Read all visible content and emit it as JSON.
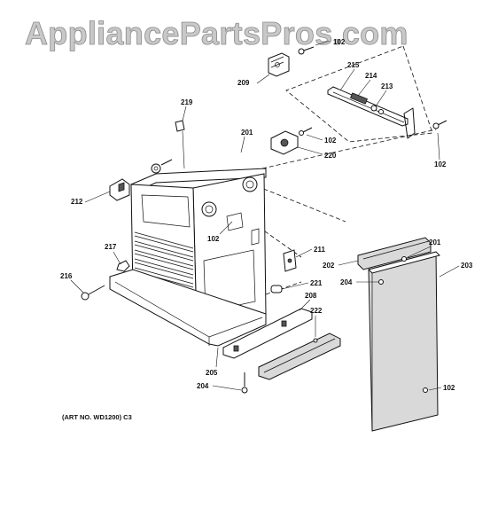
{
  "watermark": "AppliancePartsPros.com",
  "art_note": "(ART NO. WD1200) C3",
  "callouts": {
    "c102a": "102",
    "c102b": "102",
    "c102c": "102",
    "c102d": "102",
    "c102e": "102",
    "c201a": "201",
    "c201b": "201",
    "c202": "202",
    "c203": "203",
    "c204a": "204",
    "c204b": "204",
    "c205": "205",
    "c208": "208",
    "c209": "209",
    "c211": "211",
    "c212": "212",
    "c213": "213",
    "c214": "214",
    "c215": "215",
    "c216": "216",
    "c217": "217",
    "c219": "219",
    "c220": "220",
    "c221": "221",
    "c222": "222"
  }
}
